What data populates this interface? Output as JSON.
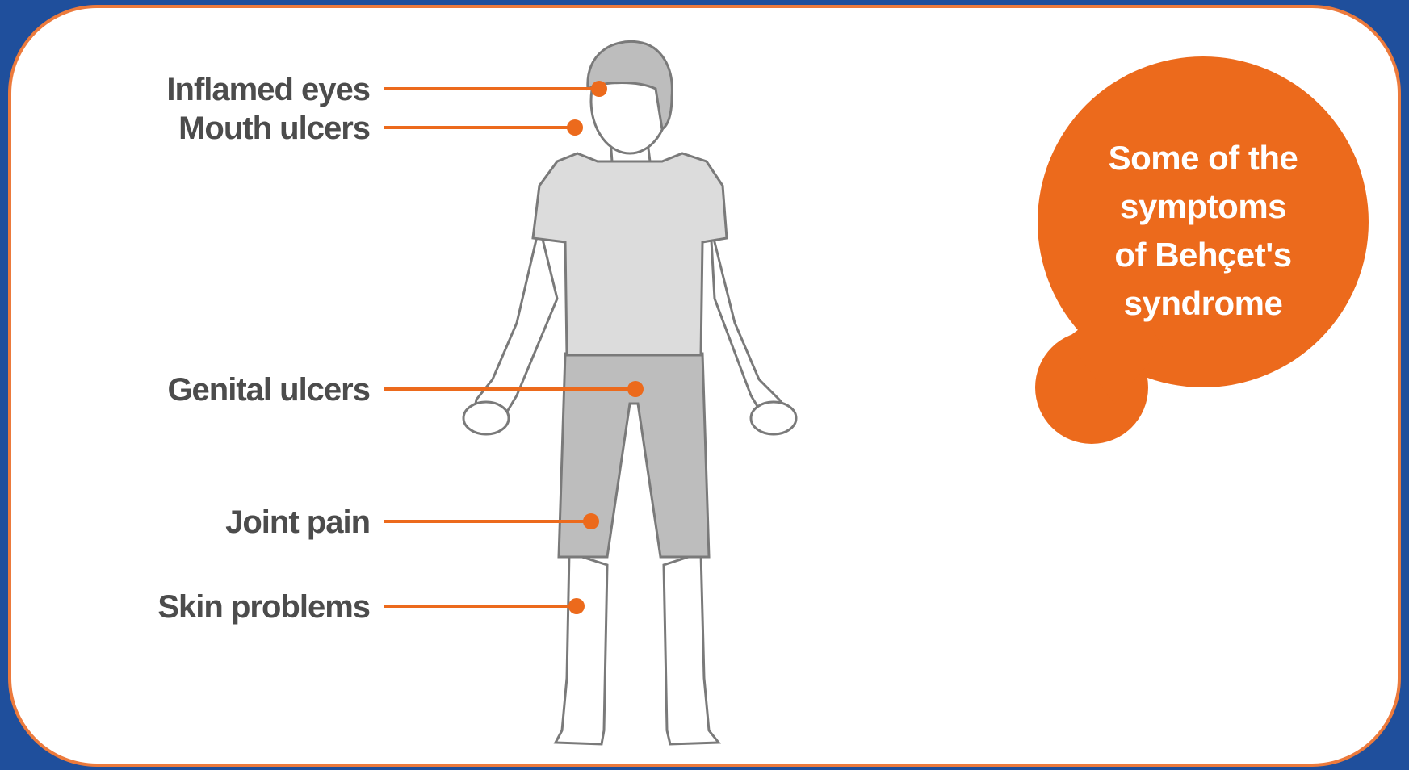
{
  "colors": {
    "background": "#1f4f9c",
    "panel": "#ffffff",
    "accent": "#ec6a1c",
    "border": "#ec7a3c",
    "figure_fill_light": "#dcdcdc",
    "figure_fill_dark": "#bdbdbd",
    "figure_stroke": "#7a7a7a",
    "text": "#4c4c4c"
  },
  "symptoms": [
    {
      "label": "Inflamed eyes"
    },
    {
      "label": "Mouth ulcers"
    },
    {
      "label": "Genital ulcers"
    },
    {
      "label": "Joint pain"
    },
    {
      "label": "Skin problems"
    }
  ],
  "bubble": {
    "lines": [
      "Some of the",
      "symptoms",
      "of Behçet's",
      "syndrome"
    ]
  }
}
